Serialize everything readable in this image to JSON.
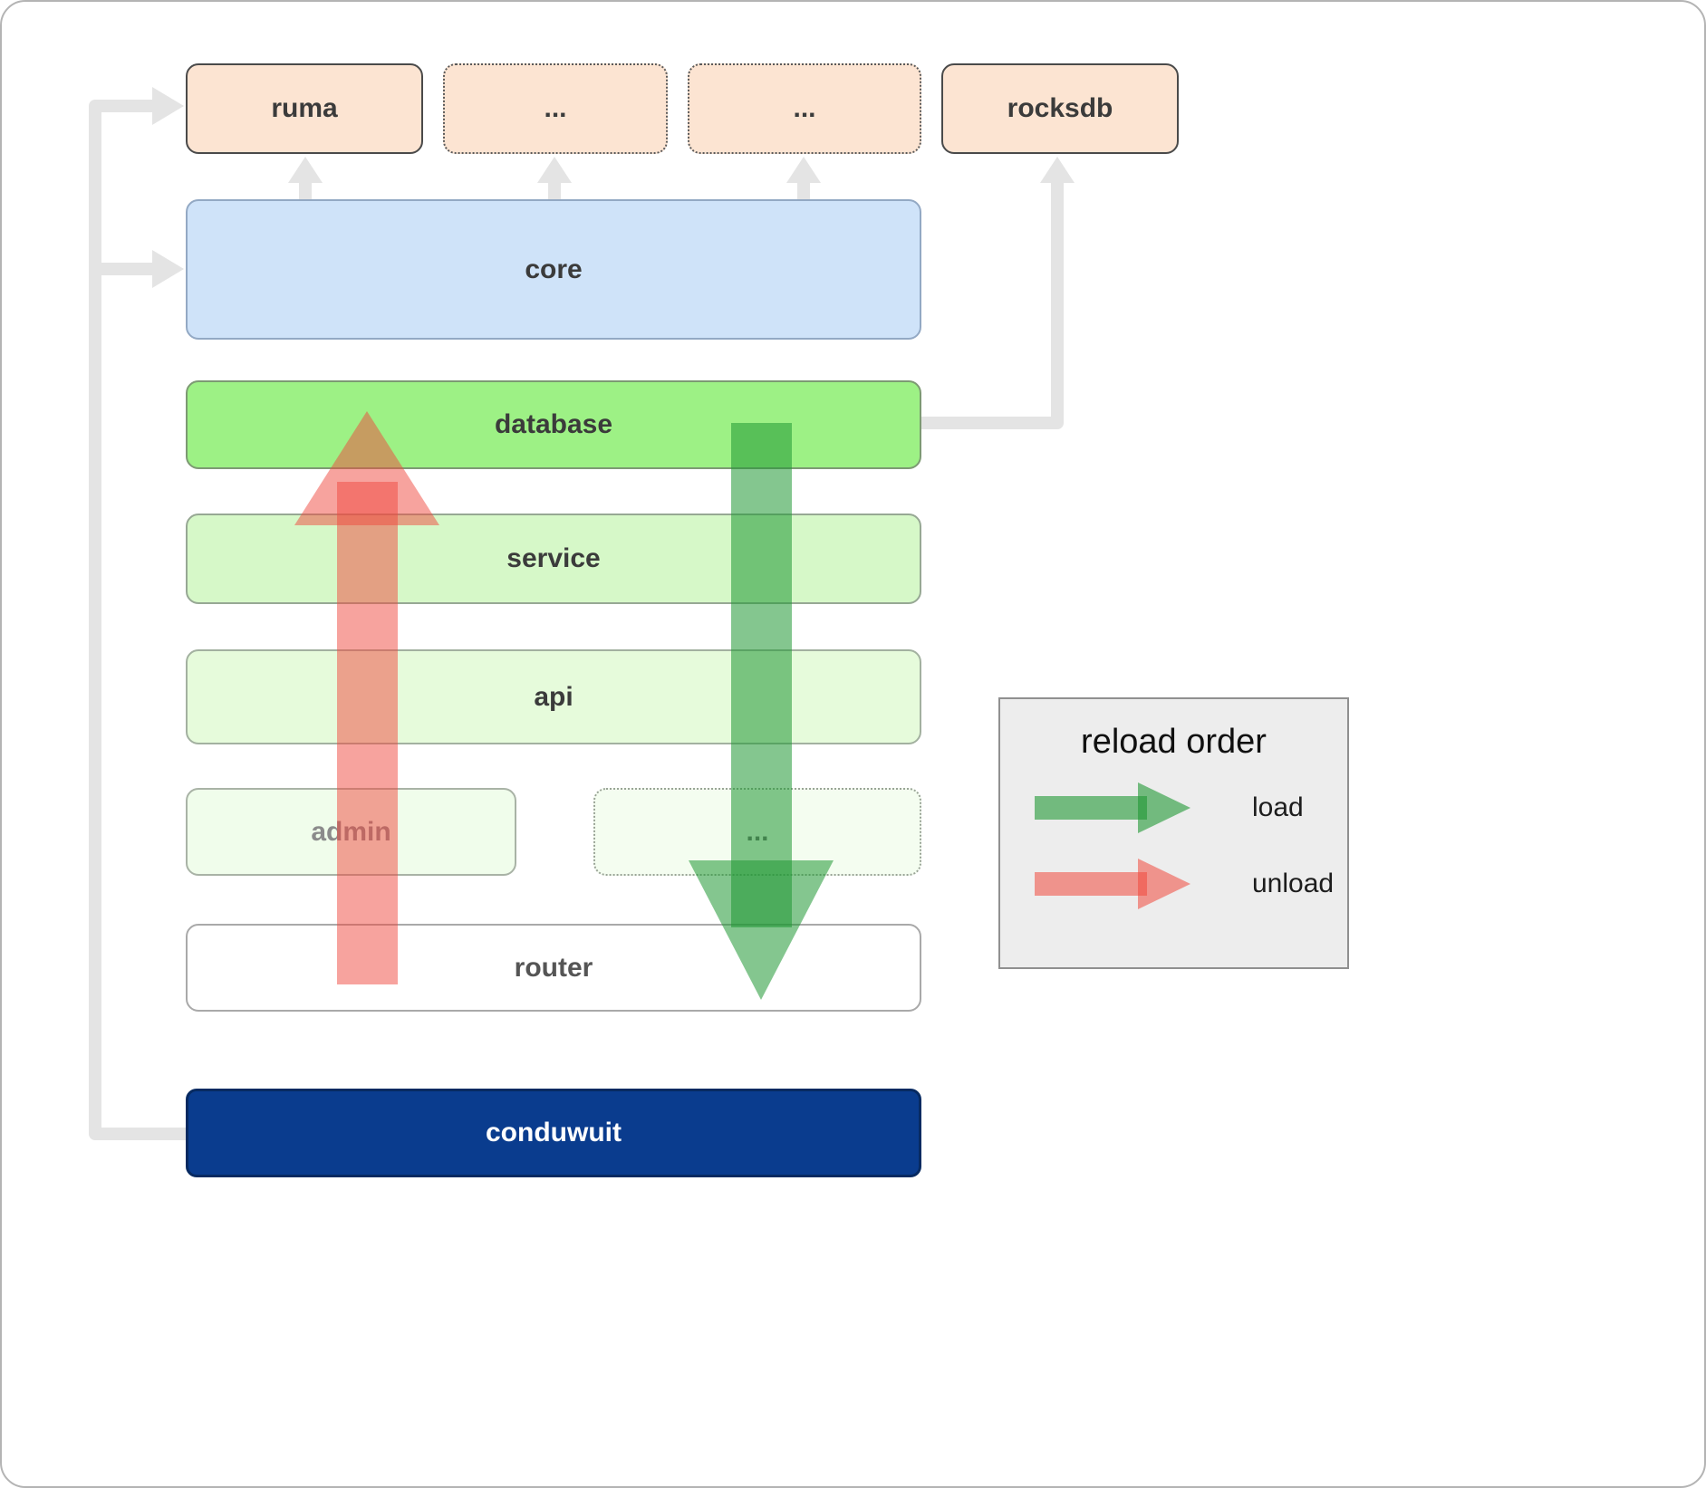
{
  "boxes": {
    "ruma": "ruma",
    "dots_top_1": "...",
    "dots_top_2": "...",
    "rocksdb": "rocksdb",
    "core": "core",
    "database": "database",
    "service": "service",
    "api": "api",
    "admin": "admin",
    "dots_mid": "...",
    "router": "router",
    "conduwuit": "conduwuit"
  },
  "legend": {
    "title": "reload order",
    "load": "load",
    "unload": "unload"
  },
  "colors": {
    "load_arrow_green": "#1f9733",
    "unload_arrow_red": "#f0483d",
    "conduwuit_navy": "#0a3c8e",
    "database_green": "#9df185",
    "core_blue": "#cfe3f9",
    "crate_peach": "#fce4d2",
    "connector_gray": "#e4e4e4"
  }
}
